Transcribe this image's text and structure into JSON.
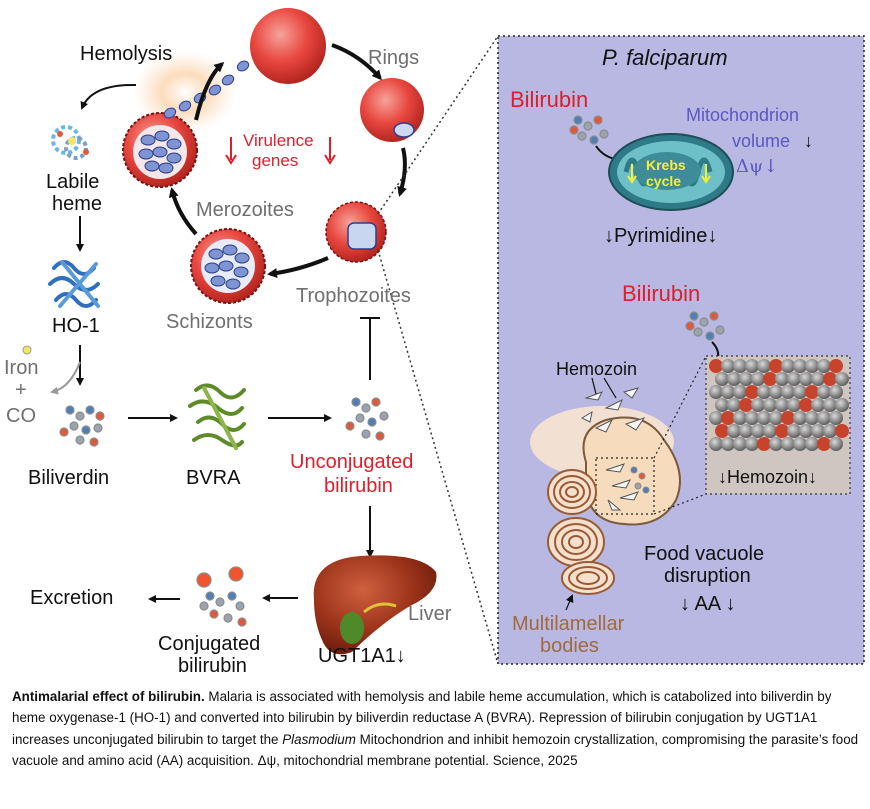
{
  "labels": {
    "hemolysis": "Hemolysis",
    "rings": "Rings",
    "virulence": "Virulence",
    "genes": "genes",
    "labile": "Labile",
    "heme": "heme",
    "merozoites": "Merozoites",
    "ho1": "HO-1",
    "iron": "Iron",
    "plus": "+",
    "co": "CO",
    "schizonts": "Schizonts",
    "trophozoites": "Trophozoites",
    "biliverdin": "Biliverdin",
    "bvra": "BVRA",
    "unconj_1": "Unconjugated",
    "unconj_2": "bilirubin",
    "excretion": "Excretion",
    "conj_1": "Conjugated",
    "conj_2": "bilirubin",
    "liver": "Liver",
    "ugt1a1": "UGT1A1↓"
  },
  "panel": {
    "title": "P. falciparum",
    "bilirubin_top": "Bilirubin",
    "mito_1": "Mitochondrion",
    "mito_2": "volume",
    "mito_arrow": "↓",
    "delta_psi": "Δψ↓",
    "krebs_1": "Krebs",
    "krebs_2": "cycle",
    "pyrimidine": "↓Pyrimidine↓",
    "bilirubin_mid": "Bilirubin",
    "hemozoin": "Hemozoin",
    "hemozoin_down": "↓Hemozoin↓",
    "fv_1": "Food vacuole",
    "fv_2": "disruption",
    "aa": "↓ AA ↓",
    "multi_1": "Multilamellar",
    "multi_2": "bodies"
  },
  "caption": {
    "bold": "Antimalarial effect of bilirubin.",
    "part1": " Malaria is associated with hemolysis and labile heme accumulation, which is catabolized into biliverdin by heme oxygenase-1 (HO-1) and converted into bilirubin by biliverdin reductase A (BVRA). Repression of bilirubin conjugation by UGT1A1 increases unconjugated bilirubin to target the ",
    "italic": "Plasmodium",
    "part2": " Mitochondrion and inhibit hemozoin crystallization, compromising the parasite’s food vacuole and amino acid (AA) acquisition. Δψ, mitochondrial membrane potential. Science, 2025"
  },
  "colors": {
    "panel_bg": "#b8b8e2",
    "rbc": "#e8473f",
    "red_text": "#e01e2b",
    "blue_text": "#5b57c5",
    "brown_text": "#a06a3c",
    "grey_text": "#6f6f6f",
    "mito": "#3d8c98",
    "liver": "#8c2a18"
  },
  "icons": [
    "red-blood-cell-icon",
    "merozoite-icon",
    "heme-molecule-icon",
    "ho1-protein-icon",
    "bvra-protein-icon",
    "bilirubin-molecule-icon",
    "conjugated-bilirubin-icon",
    "liver-icon",
    "mitochondrion-icon",
    "hemozoin-crystal-icon",
    "food-vacuole-icon",
    "multilamellar-body-icon"
  ]
}
